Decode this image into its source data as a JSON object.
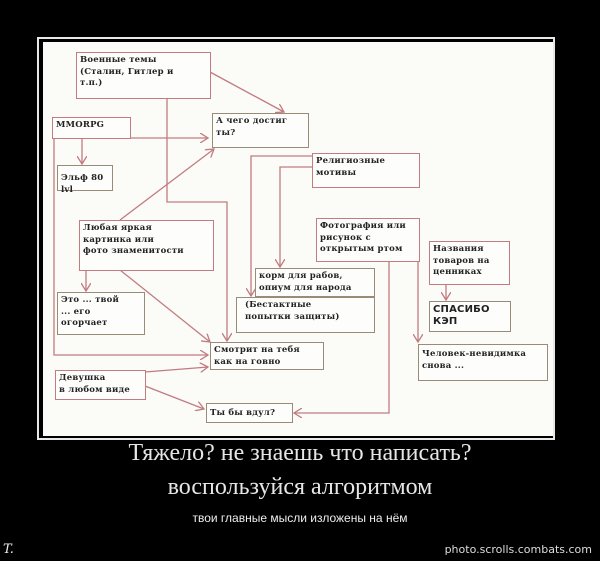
{
  "flowchart": {
    "boxes": {
      "military": "Военные темы\n(Сталин, Гитлер и\nт.п.)",
      "mmorpg": "MMORPG",
      "achieved": "А чего достиг\nты?",
      "elf": "Эльф 80 lvl",
      "religion": "Религиозные\nмотивы",
      "bright_picture": "Любая яркая\nкартинка или\nфото знаменитости",
      "open_mouth": "Фотография или\nрисунок с\nоткрытым ртом",
      "price_tags": "Названия\nтоваров на\nценниках",
      "slave_food": "корм для рабов,\nопиум для народа",
      "tactless": "(Бестактные\nпопытки защиты)",
      "upset": "Это ... твой\n... его\nогорчает",
      "captain": "СПАСИБО\nКЭП",
      "looks_at_you": "Смотрит на тебя\nкак на говно",
      "invisible_man": "Человек-невидимка\nснова ...",
      "girl": "Девушка\nв любом виде",
      "would_you": "Ты бы вдул?"
    }
  },
  "caption": {
    "line1": "Тяжело? не знаешь что написать?",
    "line2": "воспользуйся алгоритмом",
    "line3": "твои главные мысли изложены на нём"
  },
  "watermark": "photo.scrolls.combats.com",
  "signature": "T.",
  "colors": {
    "line": "#c27b80",
    "background": "#000000"
  }
}
